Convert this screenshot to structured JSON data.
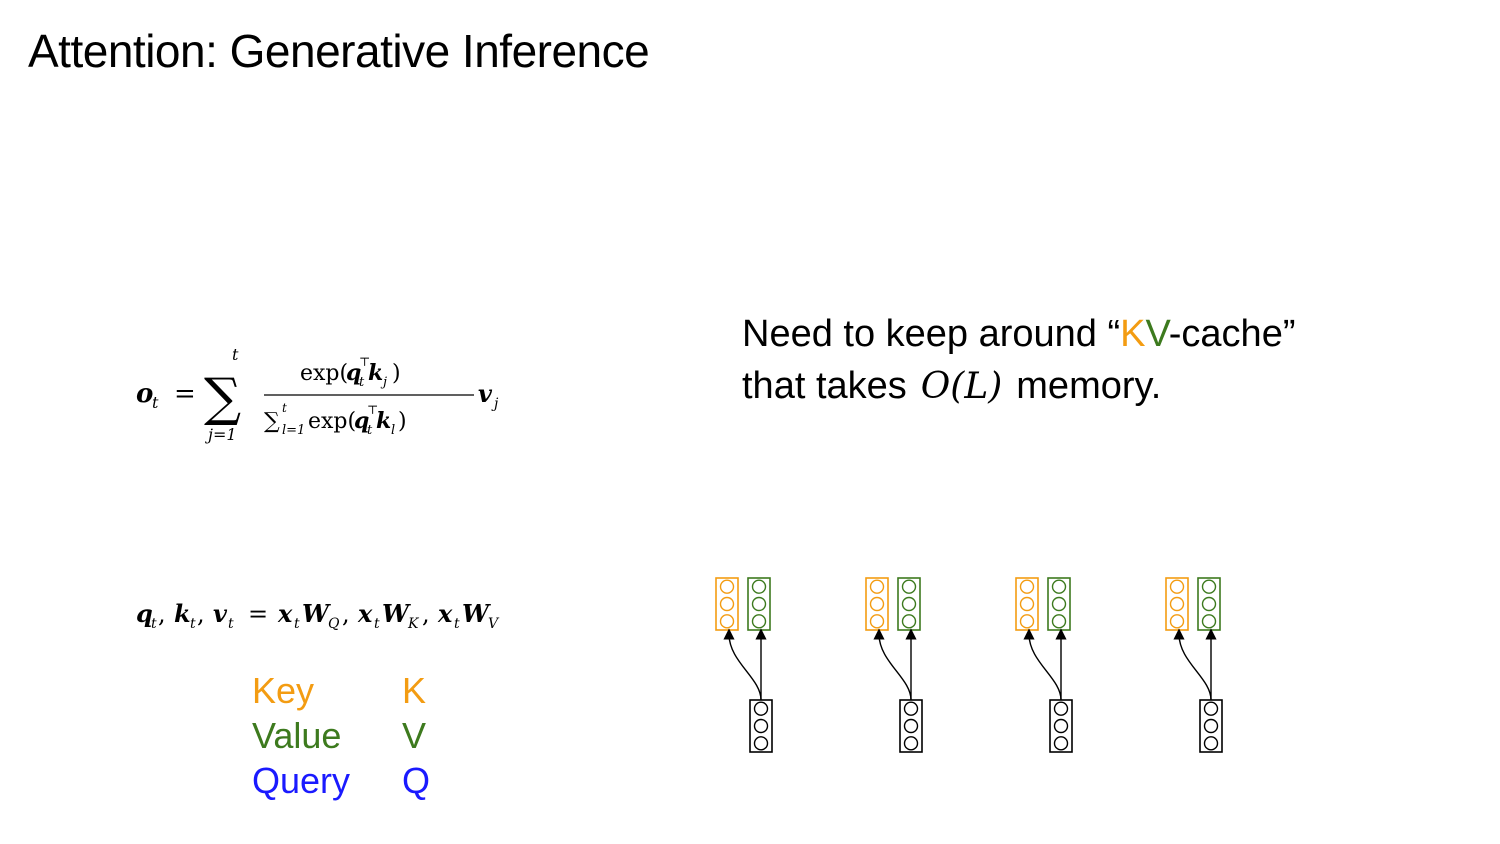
{
  "title": "Attention: Generative Inference",
  "equations": {
    "attention": "o_t = ∑_{j=1}^{t} exp(q_t^⊤ k_j) / ∑_{l=1}^{t} exp(q_t^⊤ k_l) v_j",
    "projection": "q_t, k_t, v_t = x_t W_Q, x_t W_K, x_t W_V"
  },
  "note": {
    "line1_pre": "Need to keep around “",
    "k": "K",
    "v": "V",
    "line1_post": "-cache”",
    "line2_pre": "that takes",
    "complexity": "O(L)",
    "line2_post": "memory."
  },
  "legend": [
    {
      "name": "Key",
      "symbol": "K",
      "color": "#f39c12"
    },
    {
      "name": "Value",
      "symbol": "V",
      "color": "#3d7a1e"
    },
    {
      "name": "Query",
      "symbol": "Q",
      "color": "#1a1aff"
    }
  ],
  "diagram": {
    "units": 4,
    "circles_per_vector": 3,
    "key_color": "#f39c12",
    "value_color": "#3d7a1e",
    "input_color": "#000000"
  }
}
